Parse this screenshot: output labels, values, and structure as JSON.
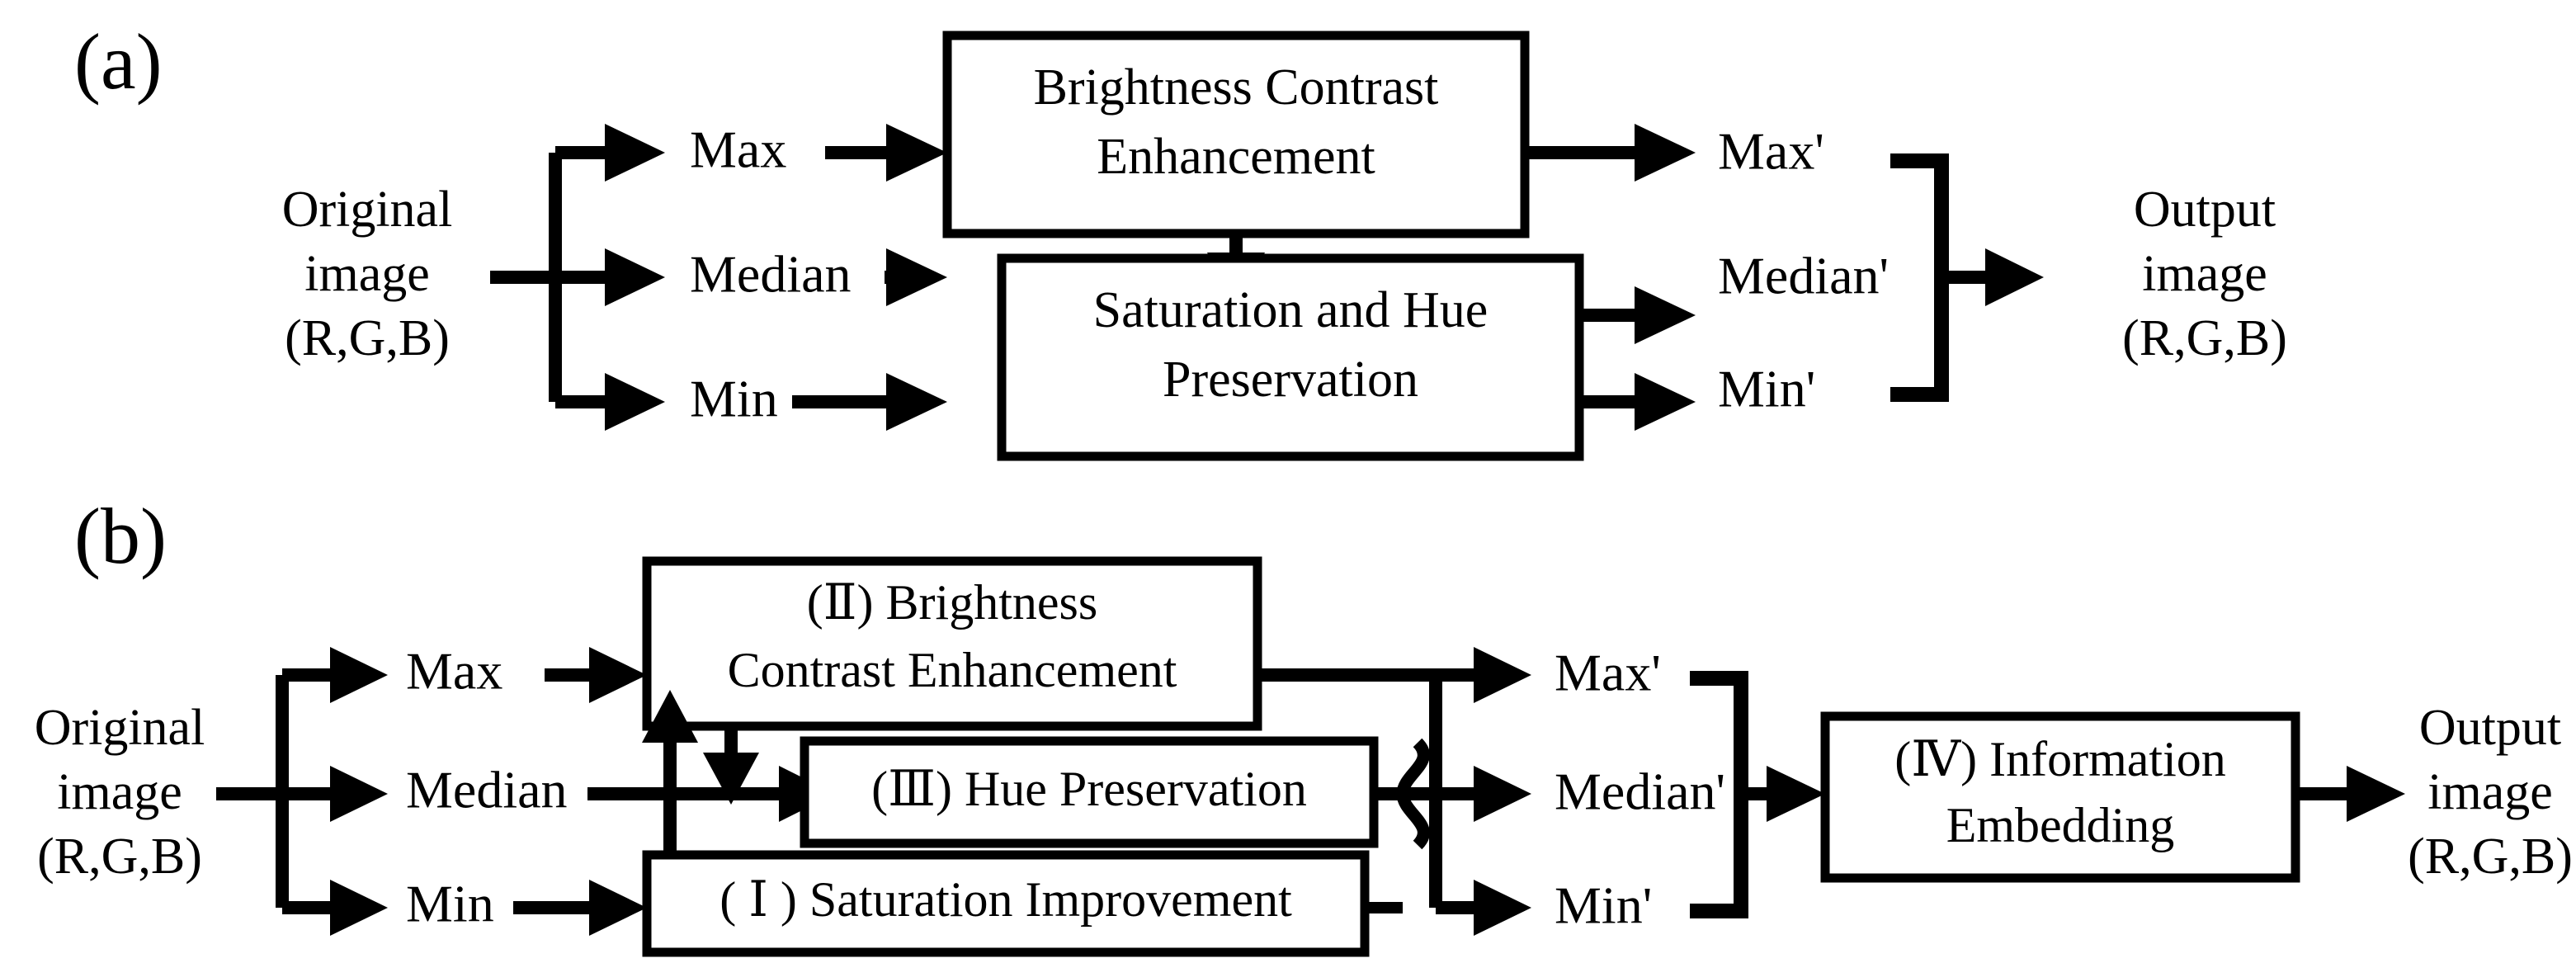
{
  "figure": {
    "background_color": "#ffffff",
    "ink_color": "#000000",
    "panels": [
      {
        "letter": "(a)",
        "input_label": {
          "line1": "Original",
          "line2": "image",
          "line3": "(R,G,B)"
        },
        "input_streams": [
          "Max",
          "Median",
          "Min"
        ],
        "boxes": [
          {
            "id": "brightness-contrast-enhancement",
            "line1": "Brightness Contrast",
            "line2": "Enhancement"
          },
          {
            "id": "saturation-and-hue-preservation",
            "line1": "Saturation and Hue",
            "line2": "Preservation"
          }
        ],
        "output_streams": [
          "Max'",
          "Median'",
          "Min'"
        ],
        "output_label": {
          "line1": "Output",
          "line2": "image",
          "line3": "(R,G,B)"
        }
      },
      {
        "letter": "(b)",
        "input_label": {
          "line1": "Original",
          "line2": "image",
          "line3": "(R,G,B)"
        },
        "input_streams": [
          "Max",
          "Median",
          "Min"
        ],
        "boxes": [
          {
            "id": "brightness-contrast-enhancement",
            "line1": "(Ⅱ) Brightness",
            "line2": "Contrast Enhancement"
          },
          {
            "id": "hue-preservation",
            "line1": "(Ⅲ) Hue Preservation",
            "line2": ""
          },
          {
            "id": "saturation-improvement",
            "line1": "( Ⅰ ) Saturation Improvement",
            "line2": ""
          },
          {
            "id": "information-embedding",
            "line1": "(Ⅳ) Information",
            "line2": "Embedding"
          }
        ],
        "output_streams": [
          "Max'",
          "Median'",
          "Min'"
        ],
        "output_label": {
          "line1": "Output",
          "line2": "image",
          "line3": "(R,G,B)"
        }
      }
    ]
  }
}
